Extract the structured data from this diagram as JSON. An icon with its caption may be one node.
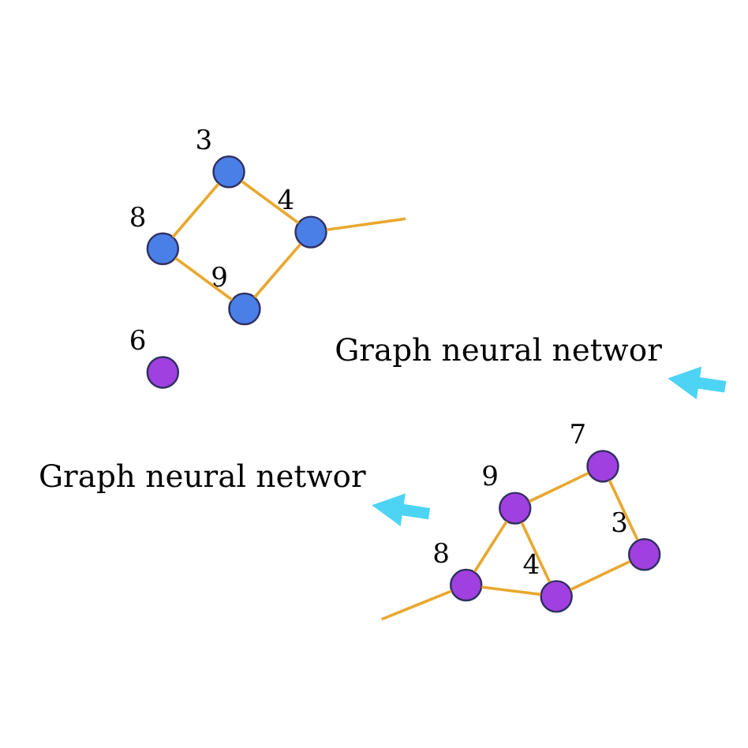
{
  "diagram": {
    "nodes": [
      {
        "text": [],
        "shape": "circle",
        "beside": [
          "3"
        ]
      },
      {
        "text": [],
        "shape": "circle",
        "beside": [
          "4"
        ]
      },
      {
        "text": [],
        "shape": "circle",
        "beside": [
          "9"
        ]
      },
      {
        "text": [],
        "shape": "circle",
        "beside": [
          "8"
        ]
      },
      {
        "text": [
          "Graph neural networ"
        ]
      },
      {
        "text": [],
        "shape": "circle",
        "beside": [
          "3"
        ]
      },
      {
        "text": [],
        "shape": "circle",
        "beside": [
          "4"
        ]
      },
      {
        "text": [],
        "shape": "circle",
        "beside": [
          "8"
        ]
      },
      {
        "text": [],
        "shape": "circle",
        "beside": [
          "9"
        ]
      },
      {
        "text": [],
        "shape": "circle",
        "beside": [
          "7"
        ]
      },
      {
        "text": [],
        "shape": "circle",
        "beside": [
          "6"
        ]
      },
      {
        "text": [
          "Graph neural networ"
        ]
      }
    ],
    "edges": [
      {
        "from": 0,
        "to": 1,
        "arrow": "none"
      },
      {
        "from": 0,
        "to": 3,
        "arrow": "none"
      },
      {
        "from": 1,
        "to": 2,
        "arrow": "none"
      },
      {
        "from": 3,
        "to": 2,
        "arrow": "none"
      },
      {
        "from": null,
        "to": 1,
        "arrow": "none"
      },
      {
        "from": null,
        "to": 4,
        "arrow": "to",
        "style": "thick",
        "color": "#4dd4f4"
      },
      {
        "from": 5,
        "to": 6,
        "arrow": "none"
      },
      {
        "from": 5,
        "to": 9,
        "arrow": "none"
      },
      {
        "from": 6,
        "to": 7,
        "arrow": "none"
      },
      {
        "from": 6,
        "to": 8,
        "arrow": "none"
      },
      {
        "from": 7,
        "to": 8,
        "arrow": "none"
      },
      {
        "from": 9,
        "to": 8,
        "arrow": "none"
      },
      {
        "from": null,
        "to": 7,
        "arrow": "none"
      },
      {
        "from": null,
        "to": 11,
        "arrow": "to",
        "style": "thick",
        "color": "#4dd4f4"
      }
    ]
  }
}
